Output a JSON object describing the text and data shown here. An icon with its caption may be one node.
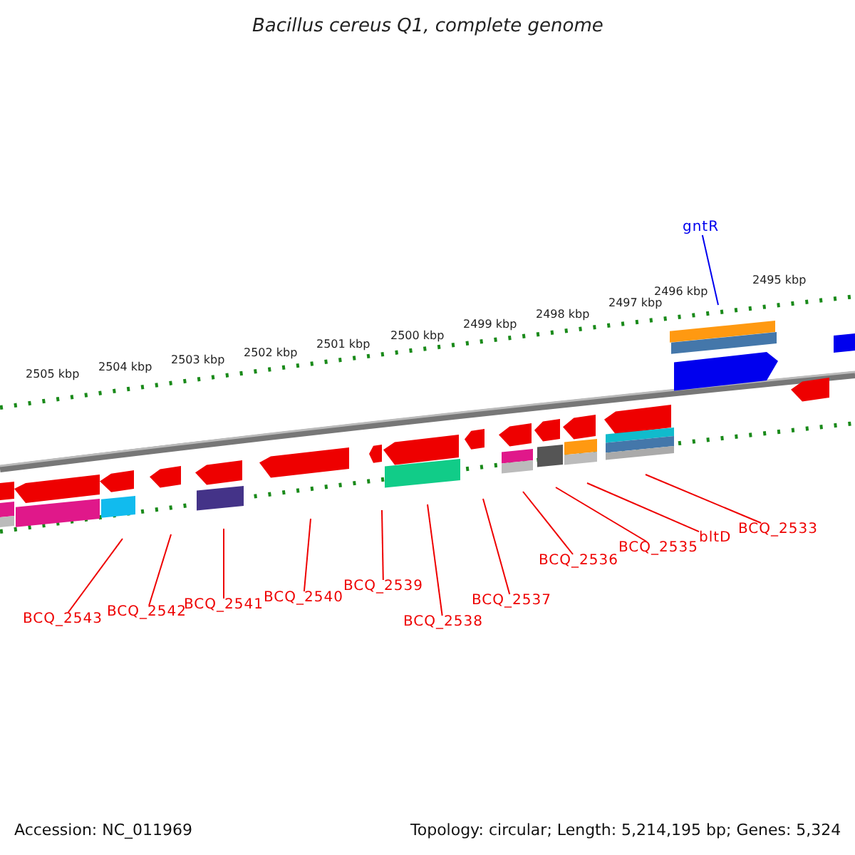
{
  "diagram": {
    "title": "Bacillus cereus Q1, complete genome",
    "nodes": [
      {
        "text": [
          "gntR"
        ]
      },
      {
        "text": [
          "BCQ_2543"
        ]
      },
      {
        "text": [
          "BCQ_2542"
        ]
      },
      {
        "text": [
          "BCQ_2541"
        ]
      },
      {
        "text": [
          "BCQ_2540"
        ]
      },
      {
        "text": [
          "BCQ_2539"
        ]
      },
      {
        "text": [
          "BCQ_2538"
        ]
      },
      {
        "text": [
          "BCQ_2537"
        ]
      },
      {
        "text": [
          "BCQ_2536"
        ]
      },
      {
        "text": [
          "BCQ_2535"
        ]
      },
      {
        "text": [
          "bltD"
        ]
      },
      {
        "text": [
          "BCQ_2533"
        ]
      }
    ],
    "edges": [
      {
        "from": 0,
        "to": null,
        "arrow": "none",
        "color": "#0000ee"
      },
      {
        "from": 1,
        "to": null,
        "arrow": "none"
      },
      {
        "from": 2,
        "to": null,
        "arrow": "none"
      },
      {
        "from": 3,
        "to": null,
        "arrow": "none"
      },
      {
        "from": 4,
        "to": null,
        "arrow": "none"
      },
      {
        "from": 5,
        "to": null,
        "arrow": "none"
      },
      {
        "from": 6,
        "to": null,
        "arrow": "none"
      },
      {
        "from": 7,
        "to": null,
        "arrow": "none"
      },
      {
        "from": 8,
        "to": null,
        "arrow": "none"
      },
      {
        "from": 9,
        "to": null,
        "arrow": "none"
      },
      {
        "from": 10,
        "to": null,
        "arrow": "none"
      },
      {
        "from": 11,
        "to": null,
        "arrow": "none"
      }
    ],
    "labels": [
      "2505 kbp",
      "2504 kbp",
      "2503 kbp",
      "2502 kbp",
      "2501 kbp",
      "2500 kbp",
      "2499 kbp",
      "2498 kbp",
      "2497 kbp",
      "2496 kbp",
      "2495 kbp",
      "Accession: NC_011969",
      "Topology: circular; Length: 5,214,195 bp; Genes: 5,324"
    ]
  }
}
